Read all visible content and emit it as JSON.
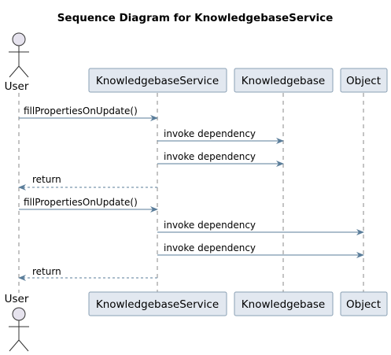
{
  "title": "Sequence Diagram for KnowledgebaseService",
  "participants": {
    "user": "User",
    "service": "KnowledgebaseService",
    "knowledgebase": "Knowledgebase",
    "object": "Object"
  },
  "messages": [
    {
      "from": "user",
      "to": "service",
      "label": "fillPropertiesOnUpdate()",
      "type": "call"
    },
    {
      "from": "service",
      "to": "knowledgebase",
      "label": "invoke dependency",
      "type": "call"
    },
    {
      "from": "service",
      "to": "knowledgebase",
      "label": "invoke dependency",
      "type": "call"
    },
    {
      "from": "service",
      "to": "user",
      "label": "return",
      "type": "return"
    },
    {
      "from": "user",
      "to": "service",
      "label": "fillPropertiesOnUpdate()",
      "type": "call"
    },
    {
      "from": "service",
      "to": "object",
      "label": "invoke dependency",
      "type": "call"
    },
    {
      "from": "service",
      "to": "object",
      "label": "invoke dependency",
      "type": "call"
    },
    {
      "from": "service",
      "to": "user",
      "label": "return",
      "type": "return"
    }
  ],
  "colors": {
    "box_fill": "#e2e8f0",
    "box_stroke": "#8aa0b4",
    "arrow": "#5a7d9a",
    "lifeline": "#8a8a8a",
    "actor_fill": "#e6e3ee"
  }
}
